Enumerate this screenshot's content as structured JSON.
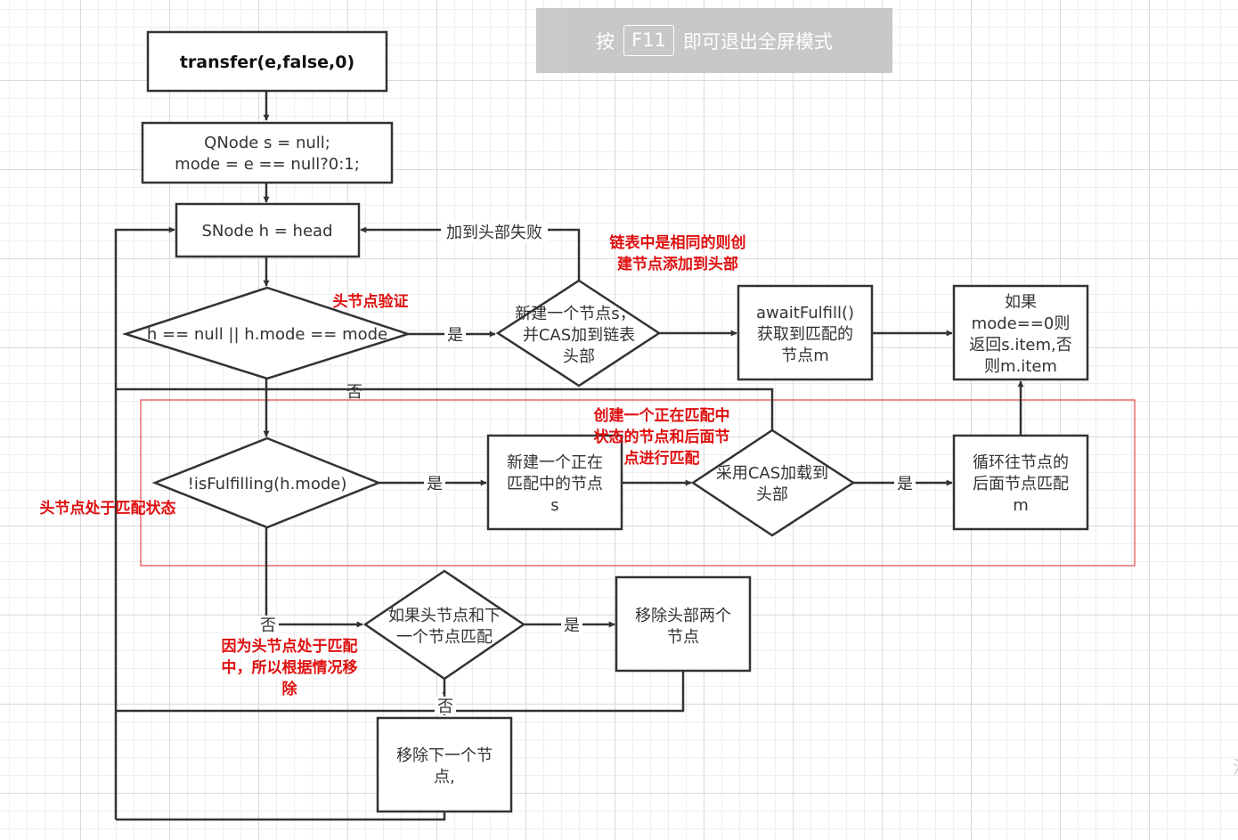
{
  "banner": {
    "prefix": "按",
    "key": "F11",
    "suffix": "即可退出全屏模式"
  },
  "nodes": {
    "start": "transfer(e,false,0)",
    "init": [
      "QNode s = null;",
      "mode = e == null?0:1;"
    ],
    "head": "SNode h = head",
    "check_mode": "h == null || h.mode == mode",
    "new_node": [
      "新建一个节点s，",
      "并CAS加到链表",
      "头部"
    ],
    "await": [
      "awaitFulfill()",
      "获取到匹配的",
      "节点m"
    ],
    "result": [
      "如果",
      "mode==0则",
      "返回s.item,否",
      "则m.item"
    ],
    "is_fulfilling": "!isFulfilling(h.mode)",
    "new_matching": [
      "新建一个正在",
      "匹配中的节点",
      "s"
    ],
    "cas_head": [
      "采用CAS加载到",
      "头部"
    ],
    "loop_match": [
      "循环往节点的",
      "后面节点匹配",
      "m"
    ],
    "head_next_match": [
      "如果头节点和下",
      "一个节点匹配"
    ],
    "remove_two": [
      "移除头部两个",
      "节点"
    ],
    "remove_next": [
      "移除下一个节",
      "点,"
    ]
  },
  "edge_labels": {
    "fail_add_head": "加到头部失败",
    "yes_mode": "是",
    "no_mode": "否",
    "yes_fulfilling": "是",
    "yes_cas": "是",
    "no_fulfilling": "否",
    "yes_match": "是",
    "no_match": "否",
    "dot": "."
  },
  "notes": {
    "head_verify": "头节点验证",
    "same_mode": [
      "链表中是相同的则创",
      "建节点添加到头部"
    ],
    "create_matching": [
      "创建一个正在匹配中",
      "状态的节点和后面节",
      "点进行匹配"
    ],
    "head_matching": "头节点处于匹配状态",
    "because_matching": [
      "因为头节点处于匹配",
      "中，所以根据情况移",
      "除"
    ]
  },
  "colors": {
    "stroke": "#333333",
    "note": "#e01010",
    "highlight_border": "#e02020",
    "banner_bg": "#c4c4c4"
  },
  "edge_glyph": "注"
}
